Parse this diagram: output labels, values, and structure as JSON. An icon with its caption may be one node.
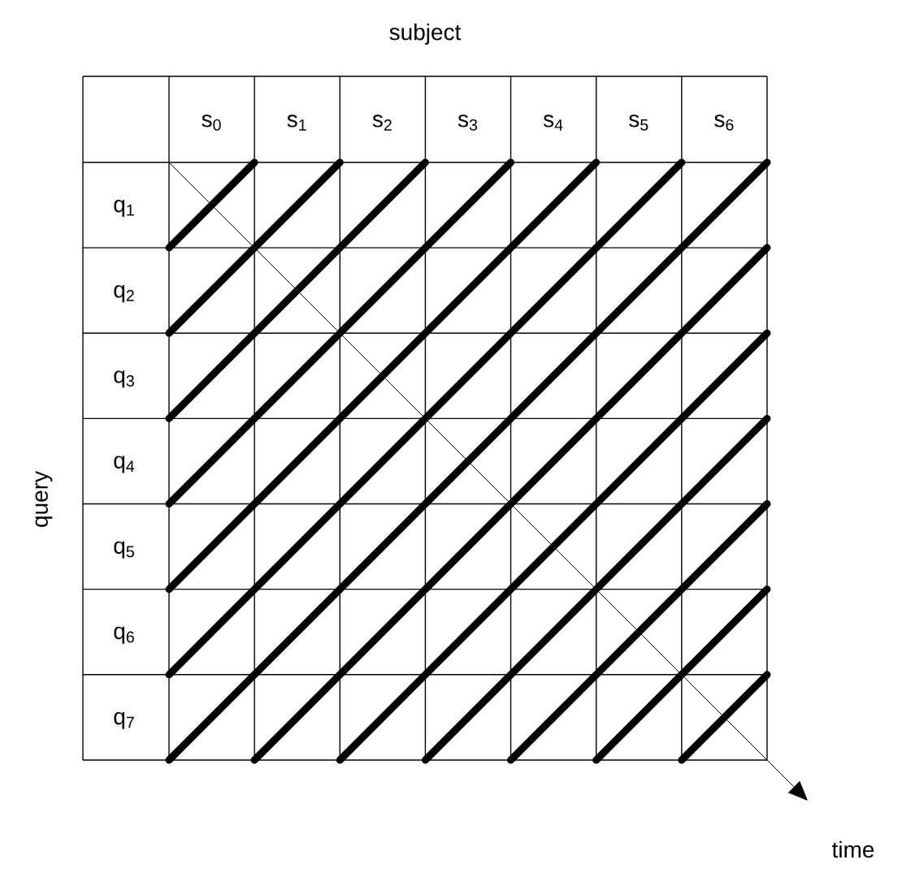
{
  "diagram": {
    "labels": [
      "subject",
      "s$_{0}$",
      "s$_{1}$",
      "s$_{2}$",
      "s$_{3}$",
      "s$_{4}$",
      "s$_{5}$",
      "s$_{6}$",
      "q$_{1}$",
      "q$_{2}$",
      "q$_{3}$",
      "q$_{4}$",
      "q$_{5}$",
      "q$_{6}$",
      "q$_{7}$",
      "query",
      "time"
    ]
  }
}
